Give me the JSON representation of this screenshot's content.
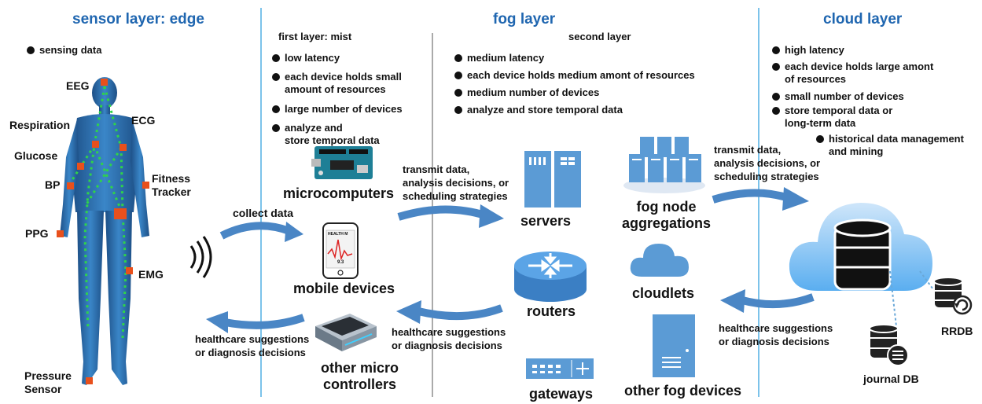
{
  "headers": {
    "edge": "sensor layer: edge",
    "fog": "fog layer",
    "cloud": "cloud layer"
  },
  "edge": {
    "bullet": "sensing data",
    "body_labels": {
      "eeg": "EEG",
      "respiration": "Respiration",
      "ecg": "ECG",
      "glucose": "Glucose",
      "fitness": "Fitness\nTracker",
      "bp": "BP",
      "ppg": "PPG",
      "emg": "EMG",
      "pressure": "Pressure\nSensor"
    },
    "collect": "collect data",
    "suggest": "healthcare suggestions\nor diagnosis decisions"
  },
  "mist": {
    "title": "first layer: mist",
    "bullets": [
      "low latency",
      "each device holds small\namount of resources",
      "large number of devices",
      "analyze and\nstore temporal data"
    ],
    "microcomputers": "microcomputers",
    "mobile": "mobile devices",
    "micro_controllers": "other micro\ncontrollers",
    "phone_screen": "HEALTH M",
    "phone_value": "9.3"
  },
  "fog": {
    "title": "second layer",
    "bullets": [
      "medium latency",
      "each device holds medium amont of resources",
      "medium number of devices",
      "analyze and store temporal data"
    ],
    "transmit": "transmit data,\nanalysis decisions, or\nscheduling strategies",
    "suggest": "healthcare suggestions\nor diagnosis decisions",
    "servers": "servers",
    "aggregations": "fog node\naggregations",
    "routers": "routers",
    "cloudlets": "cloudlets",
    "gateways": "gateways",
    "other_fog": "other fog devices"
  },
  "cloud": {
    "bullets": [
      "high latency",
      "each device holds large amont\nof resources",
      "small number of devices",
      "store temporal data or\nlong-term data"
    ],
    "sub_bullet": "historical data management\nand mining",
    "transmit": "transmit data,\nanalysis decisions, or\nscheduling strategies",
    "suggest": "healthcare suggestions\nor diagnosis decisions",
    "rrdb": "RRDB",
    "journal": "journal DB"
  },
  "colors": {
    "header_blue": "#1f66b0",
    "divider": "#7cc3ea",
    "arrow": "#4a86c5",
    "sensor": "#e8501c",
    "body": "#2c6aa6"
  }
}
